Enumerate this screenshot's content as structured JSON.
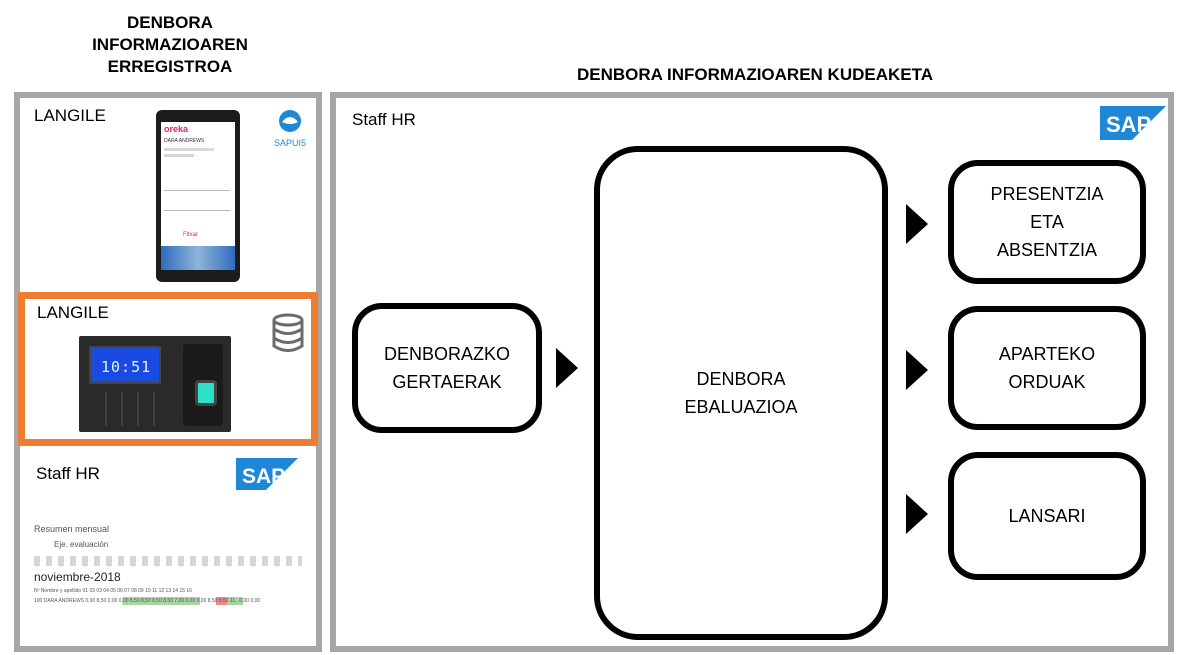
{
  "left_heading": [
    "DENBORA",
    "INFORMAZIOAREN",
    "ERREGISTROA"
  ],
  "right_heading": "DENBORA INFORMAZIOAREN KUDEAKETA",
  "left_panel": {
    "cards": [
      {
        "label": "LANGILE",
        "logo_text": "SAPUI5",
        "highlighted": false
      },
      {
        "label": "LANGILE",
        "highlighted": true,
        "icon": "database-icon"
      },
      {
        "label": "Staff HR",
        "logo_text": "SAP",
        "highlighted": false
      }
    ],
    "phone": {
      "brand": "oreka",
      "user": "DARA ANDREWS",
      "button": "Fitxar"
    },
    "clock": {
      "time": "10:51"
    },
    "table": {
      "title": "Resumen mensual",
      "toolbar_label": "Eje. evaluación",
      "month": "noviembre-2018",
      "header": "Nº Nombre y apellido  01  02  03  04  05  06  07  08  09  10  11  12  13  14  15  16",
      "row": "100 DARA ANDREWS  0,00  8,50  0,00  0,00  8,50  8,50  8,50  8,50  7,00  0,00  0,00  8,50  8,50  11,.  0,00  0,00"
    }
  },
  "right_panel": {
    "label": "Staff HR",
    "logo_text": "SAP",
    "boxes": {
      "events": [
        "DENBORAZKO",
        "GERTAERAK"
      ],
      "evaluation": [
        "DENBORA",
        "EBALUAZIOA"
      ],
      "outputs": [
        [
          "PRESENTZIA",
          "ETA",
          "ABSENTZIA"
        ],
        [
          "APARTEKO",
          "ORDUAK"
        ],
        [
          "LANSARI"
        ]
      ]
    }
  },
  "colors": {
    "panel_border": "#a6a6a6",
    "highlight": "#ed7d31",
    "sap_blue": "#1f88d6",
    "text": "#000000"
  }
}
